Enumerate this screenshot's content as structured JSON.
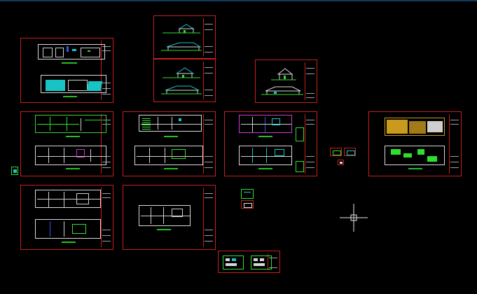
{
  "app": {
    "name": "",
    "background": "#000000",
    "frame_color": "#c81e1e",
    "accent_green": "#26c026",
    "accent_cyan": "#19c3c3"
  },
  "sheets": [
    {
      "id": "sheet-site-plan",
      "kind": "plan"
    },
    {
      "id": "sheet-elevations-top",
      "kind": "elevation"
    },
    {
      "id": "sheet-elevations-right",
      "kind": "elevation"
    },
    {
      "id": "sheet-floor-plans-1",
      "kind": "plan"
    },
    {
      "id": "sheet-floor-plans-2",
      "kind": "plan"
    },
    {
      "id": "sheet-floor-plans-3",
      "kind": "plan"
    },
    {
      "id": "sheet-floor-plans-4",
      "kind": "plan"
    },
    {
      "id": "sheet-floor-plans-5",
      "kind": "plan"
    },
    {
      "id": "sheet-floor-plans-6",
      "kind": "plan"
    },
    {
      "id": "sheet-details-bottom",
      "kind": "detail"
    }
  ],
  "cursor": {
    "icon": "crosshair-icon"
  }
}
